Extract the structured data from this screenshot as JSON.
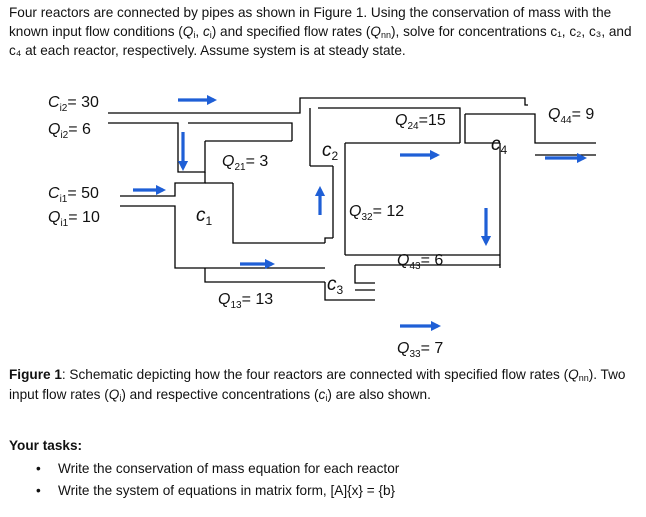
{
  "intro": {
    "p1": "Four reactors are connected by pipes as shown in Figure 1. Using the conservation of mass with the known input flow conditions (",
    "q": "Q",
    "qsub": "i",
    "comma": ", ",
    "c": "c",
    "csub": "i",
    "p2": ") and specified flow rates (",
    "qnn": "Q",
    "nnsub": "nn",
    "p3": "), solve for concentrations c₁, c₂, c₃, and c₄ at each reactor, respectively. Assume system is at steady state."
  },
  "figure": {
    "inputs": {
      "ci2": {
        "sym": "C",
        "sub": "i2",
        "val": "= 30"
      },
      "qi2": {
        "sym": "Q",
        "sub": "i2",
        "val": "= 6"
      },
      "ci1": {
        "sym": "C",
        "sub": "i1",
        "val": "= 50"
      },
      "qi1": {
        "sym": "Q",
        "sub": "i1",
        "val": "= 10"
      }
    },
    "reactors": {
      "c1": {
        "sym": "c",
        "sub": "1"
      },
      "c2": {
        "sym": "c",
        "sub": "2"
      },
      "c3": {
        "sym": "c",
        "sub": "3"
      },
      "c4": {
        "sym": "c",
        "sub": "4"
      }
    },
    "flows": {
      "q21": {
        "sym": "Q",
        "sub": "21",
        "val": "= 3"
      },
      "q24": {
        "sym": "Q",
        "sub": "24",
        "val": "=15"
      },
      "q44": {
        "sym": "Q",
        "sub": "44",
        "val": "= 9"
      },
      "q32": {
        "sym": "Q",
        "sub": "32",
        "val": "= 12"
      },
      "q43": {
        "sym": "Q",
        "sub": "43",
        "val": "= 6"
      },
      "q13": {
        "sym": "Q",
        "sub": "13",
        "val": "= 13"
      },
      "q33": {
        "sym": "Q",
        "sub": "33",
        "val": "= 7"
      }
    },
    "arrow_color": "#1f5fd6"
  },
  "caption": {
    "label": "Figure 1",
    "t1": ": Schematic depicting how the four reactors are connected with specified flow rates (",
    "qnn": "Q",
    "nnsub": "nn",
    "t2": "). Two input flow rates (",
    "qi": "Q",
    "isub": "i",
    "t3": ") and respective concentrations (",
    "ci": "c",
    "cisub": "i",
    "t4": ") are also shown."
  },
  "tasks": {
    "heading": "Your tasks:",
    "bullet": "•",
    "items": [
      "Write the conservation of mass equation for each reactor",
      "Write the system of equations in matrix form, [A]{x} = {b}"
    ]
  }
}
